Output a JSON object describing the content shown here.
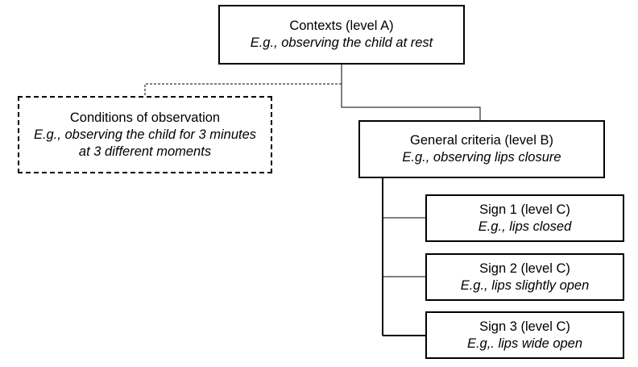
{
  "diagram": {
    "nodes": {
      "contexts": {
        "title": "Contexts (level A)",
        "example": "E.g., observing the child at rest",
        "border": "solid"
      },
      "conditions": {
        "title": "Conditions of observation",
        "example_line1": "E.g., observing the child for 3 minutes",
        "example_line2": "at 3 different moments",
        "border": "dashed"
      },
      "general": {
        "title": "General criteria (level B)",
        "example": "E.g., observing lips closure",
        "border": "solid"
      },
      "sign1": {
        "title": "Sign 1 (level C)",
        "example": "E.g., lips closed",
        "border": "solid"
      },
      "sign2": {
        "title": "Sign 2 (level C)",
        "example": "E.g., lips slightly open",
        "border": "solid"
      },
      "sign3": {
        "title": "Sign 3 (level C)",
        "example": "E.g,. lips wide open",
        "border": "solid"
      }
    },
    "edges": [
      {
        "from": "contexts",
        "to": "general",
        "style": "solid"
      },
      {
        "from": "contexts",
        "to": "conditions",
        "style": "dashed"
      },
      {
        "from": "general",
        "to": "sign1",
        "style": "solid"
      },
      {
        "from": "general",
        "to": "sign2",
        "style": "solid"
      },
      {
        "from": "general",
        "to": "sign3",
        "style": "solid"
      }
    ]
  }
}
